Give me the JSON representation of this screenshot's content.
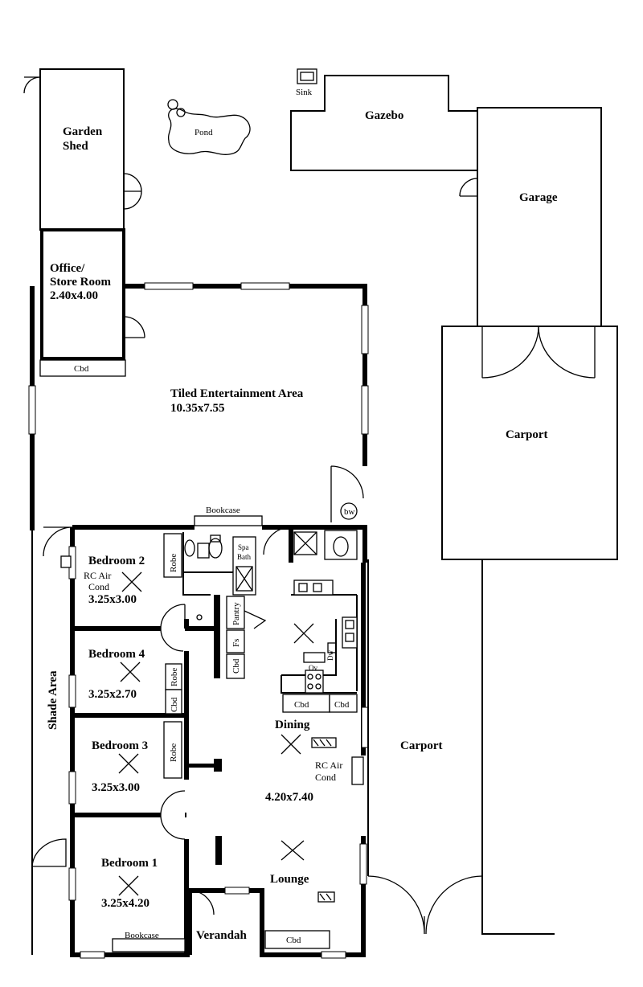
{
  "plan": {
    "rooms": {
      "garden_shed_1": "Garden",
      "garden_shed_2": "Shed",
      "pond": "Pond",
      "sink": "Sink",
      "gazebo": "Gazebo",
      "garage": "Garage",
      "office_1": "Office/",
      "office_2": "Store Room",
      "office_size": "2.40x4.00",
      "office_cbd": "Cbd",
      "tiled_name": "Tiled Entertainment Area",
      "tiled_size": "10.35x7.55",
      "carport_top": "Carport",
      "carport_bottom": "Carport",
      "bookcase_top": "Bookcase",
      "bw": "bw",
      "bedroom2": "Bedroom 2",
      "bedroom2_ac1": "RC Air",
      "bedroom2_ac2": "Cond",
      "bedroom2_size": "3.25x3.00",
      "bedroom2_robe": "Robe",
      "spa_bath_1": "Spa",
      "spa_bath_2": "Bath",
      "pantry": "Pantry",
      "fs": "Fs",
      "cbd_hall": "Cbd",
      "bedroom4": "Bedroom 4",
      "bedroom4_size": "3.25x2.70",
      "bedroom4_robe": "Robe",
      "bedroom4_cbd": "Cbd",
      "shade_area": "Shade Area",
      "bedroom3": "Bedroom 3",
      "bedroom3_size": "3.25x3.00",
      "bedroom3_robe": "Robe",
      "bedroom1": "Bedroom 1",
      "bedroom1_size": "3.25x4.20",
      "bookcase_bottom": "Bookcase",
      "verandah": "Verandah",
      "lounge": "Lounge",
      "lounge_cbd": "Cbd",
      "dining": "Dining",
      "dining_ac1": "RC Air",
      "dining_ac2": "Cond",
      "dining_size": "4.20x7.40",
      "kitchen_cbd1": "Cbd",
      "kitchen_cbd2": "Cbd",
      "ov": "Ov",
      "dw": "Dw"
    }
  }
}
